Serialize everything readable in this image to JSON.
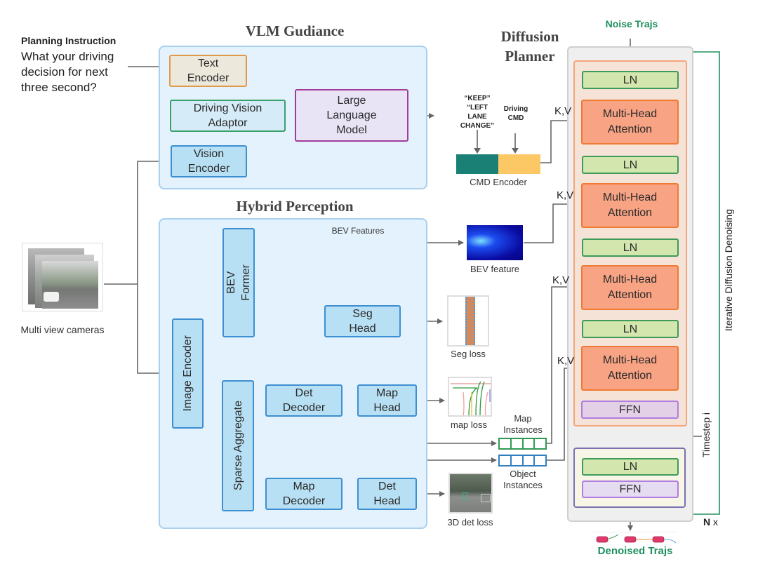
{
  "titles": {
    "vlm": "VLM Gudiance",
    "perception": "Hybrid Perception",
    "planner_line1": "Diffusion",
    "planner_line2": "Planner"
  },
  "instruction": {
    "heading": "Planning Instruction",
    "line1": "What your driving",
    "line2": "decision for next",
    "line3": "three second?"
  },
  "vlm": {
    "text_encoder": [
      "Text",
      "Encoder"
    ],
    "vision_adaptor": [
      "Driving Vision",
      "Adaptor"
    ],
    "vision_encoder": [
      "Vision",
      "Encoder"
    ],
    "llm": [
      "Large",
      "Language",
      "Model"
    ]
  },
  "cmd": {
    "keep_label": [
      "“KEEP”",
      "“LEFT",
      "LANE",
      "CHANGE”"
    ],
    "driving_cmd": [
      "Driving",
      "CMD"
    ],
    "encoder_label": "CMD Encoder",
    "colors": {
      "left": "#1a7f74",
      "right": "#fcc865"
    }
  },
  "cameras": {
    "label": "Multi view cameras"
  },
  "perception": {
    "image_encoder": "Image Encoder",
    "bev_former": [
      "BEV",
      "Former"
    ],
    "sparse_aggregate": "Sparse Aggregate",
    "bev_features_label": "BEV Features",
    "seg_head": [
      "Seg",
      "Head"
    ],
    "det_decoder": [
      "Det",
      "Decoder"
    ],
    "map_head": [
      "Map",
      "Head"
    ],
    "map_decoder": [
      "Map",
      "Decoder"
    ],
    "det_head": [
      "Det",
      "Head"
    ]
  },
  "outputs": {
    "bev_feature": "BEV feature",
    "seg_loss": "Seg loss",
    "map_loss": "map loss",
    "det_loss": "3D det loss",
    "map_instances": [
      "Map",
      "Instances"
    ],
    "object_instances": [
      "Object",
      "Instances"
    ]
  },
  "planner": {
    "noise_trajs": "Noise Trajs",
    "denoised_trajs": "Denoised Trajs",
    "kv": "K,V",
    "ln": "LN",
    "mha": [
      "Multi-Head",
      "Attention"
    ],
    "ffn": "FFN",
    "timestep": "Timestep i",
    "iterative": "Iterative Diffusion Denoising",
    "n_bold": "N",
    "n_x": "x"
  },
  "colors": {
    "green_accent": "#1f8f5f",
    "wire": "#666666",
    "panel_bg": "#e3f2fc",
    "mha_fill": "#f7a384",
    "ln_fill": "#d3e6ad",
    "ffn_fill": "#e3d0e6"
  }
}
